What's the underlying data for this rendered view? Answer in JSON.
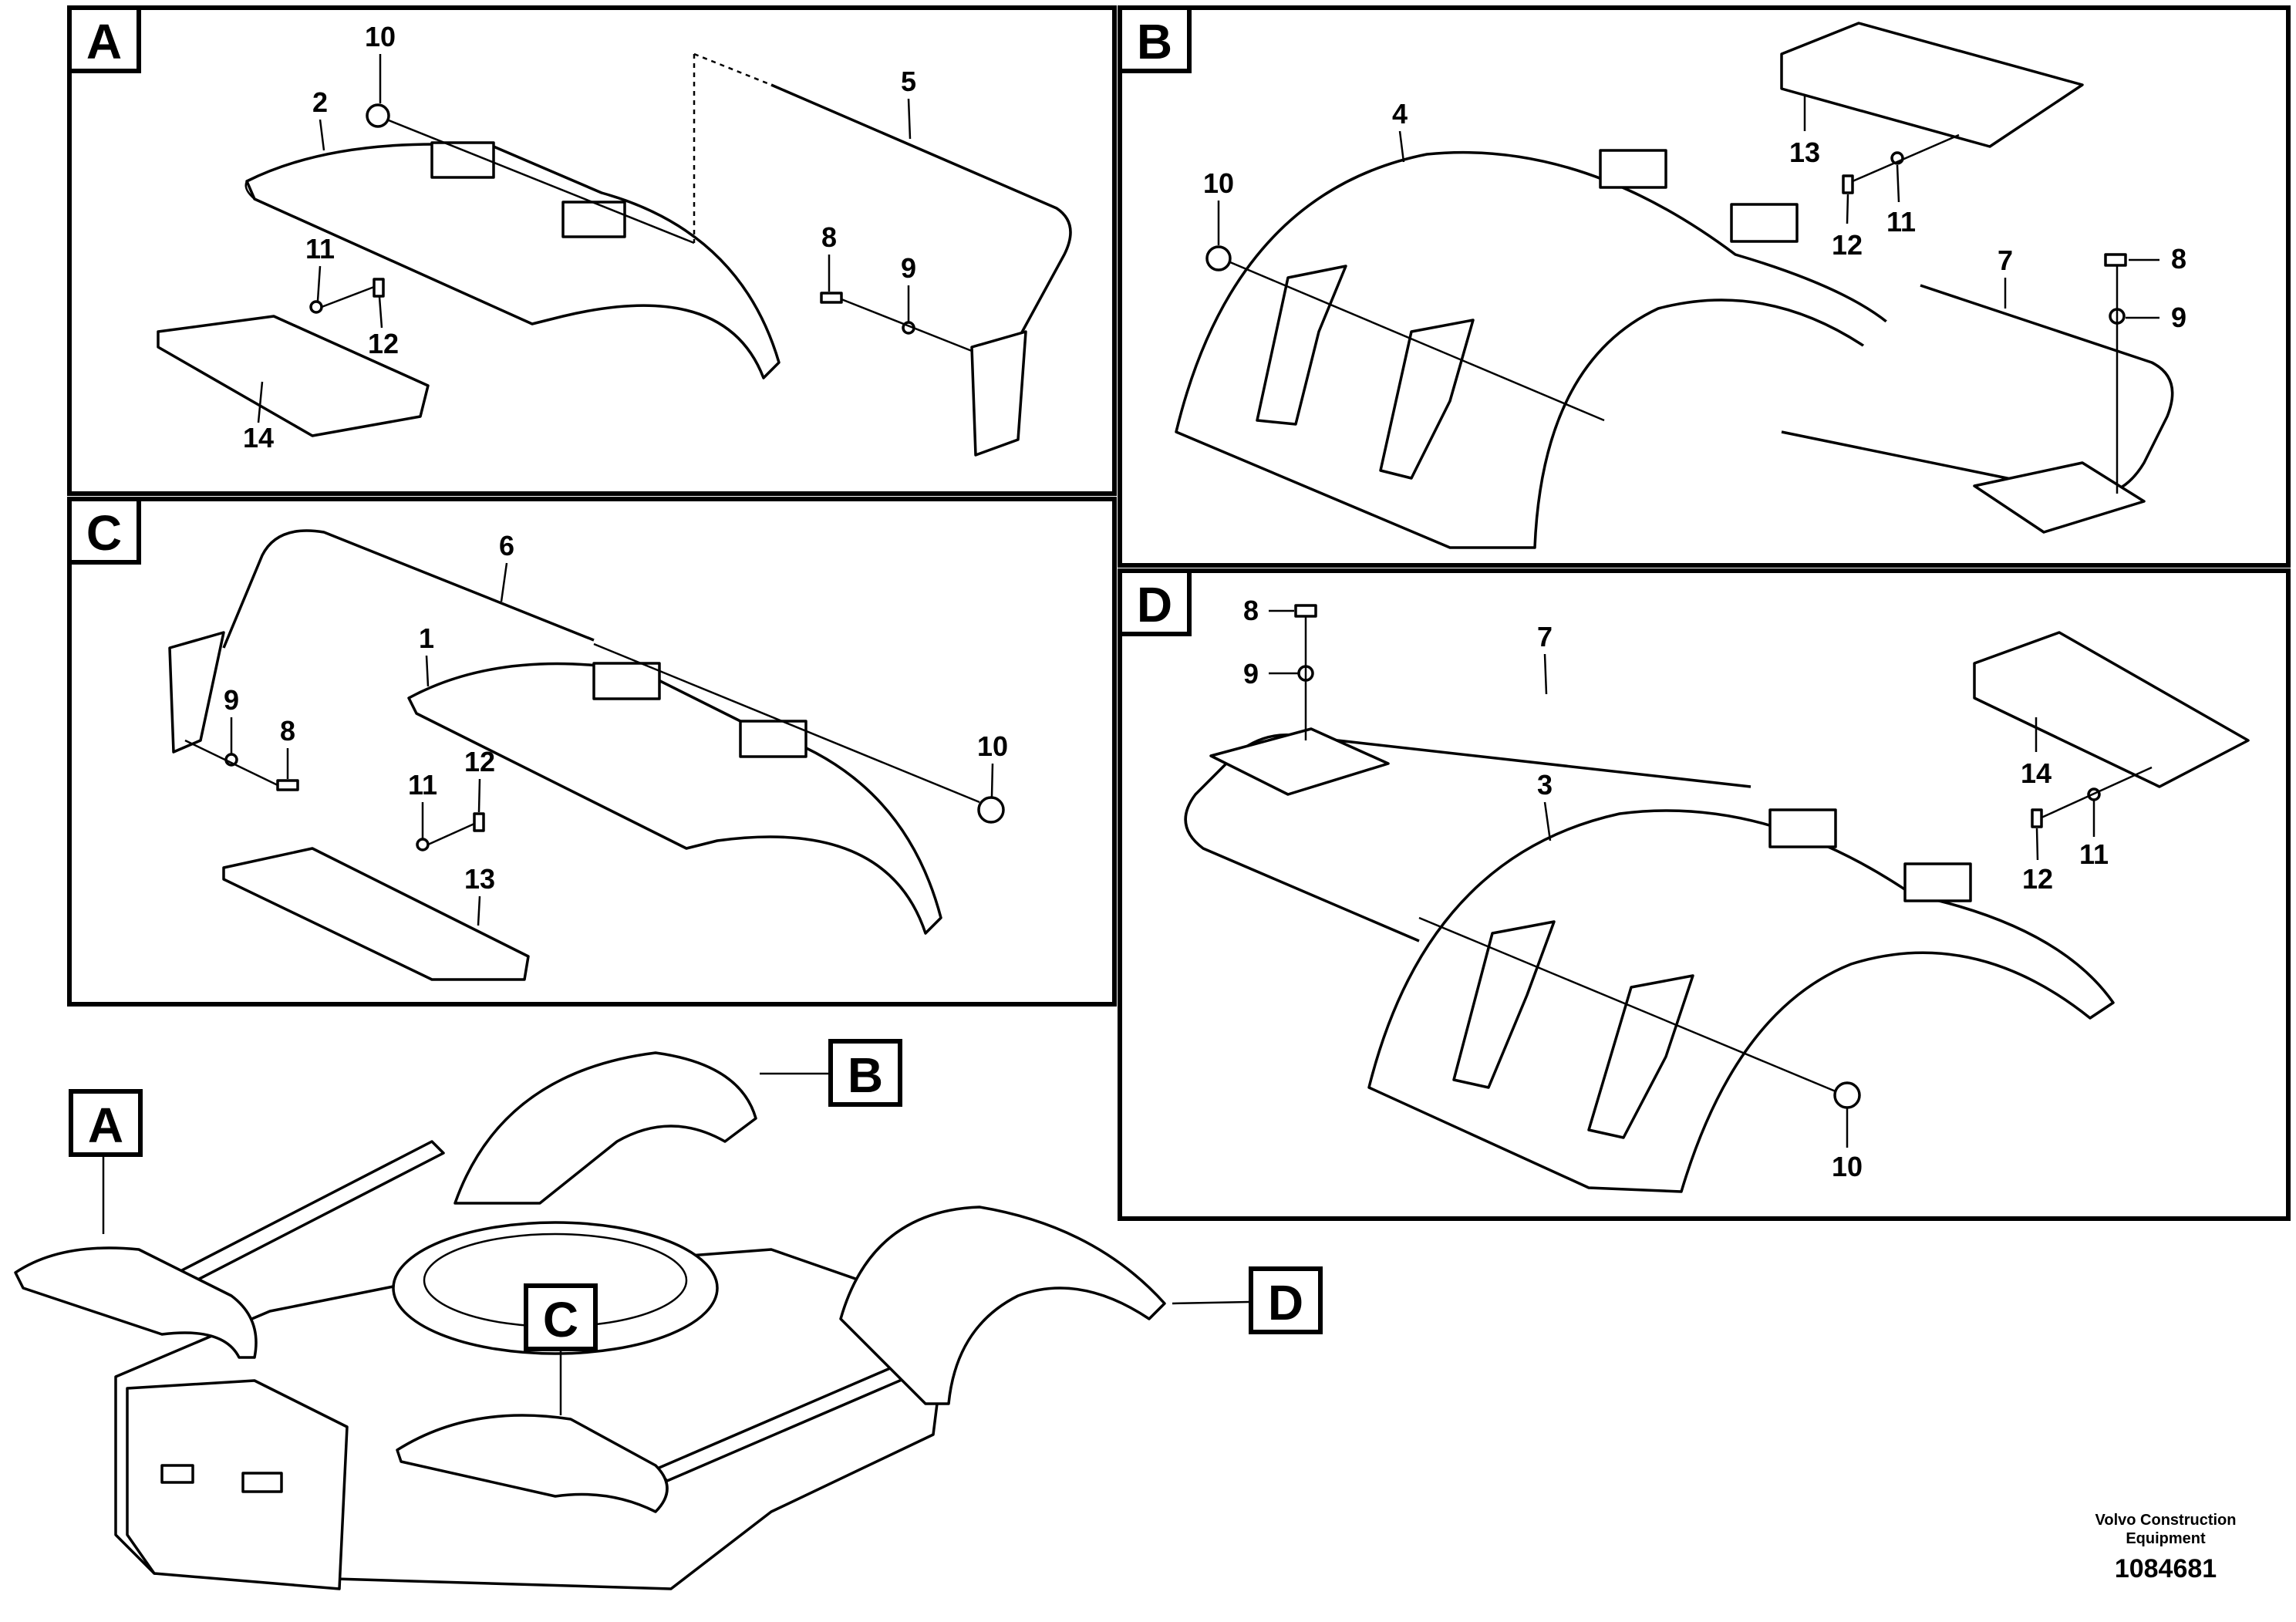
{
  "panels": {
    "a": {
      "tag": "A",
      "callouts": [
        "10",
        "2",
        "5",
        "11",
        "12",
        "8",
        "9",
        "14"
      ]
    },
    "b": {
      "tag": "B",
      "callouts": [
        "4",
        "10",
        "13",
        "12",
        "11",
        "7",
        "8",
        "9"
      ]
    },
    "c": {
      "tag": "C",
      "callouts": [
        "6",
        "1",
        "9",
        "8",
        "11",
        "12",
        "10",
        "13"
      ]
    },
    "d": {
      "tag": "D",
      "callouts": [
        "8",
        "9",
        "7",
        "14",
        "3",
        "12",
        "11",
        "10"
      ]
    }
  },
  "overview": {
    "tags": [
      "A",
      "B",
      "C",
      "D"
    ]
  },
  "footer": {
    "company_line1": "Volvo Construction",
    "company_line2": "Equipment",
    "drawing_number": "1084681"
  }
}
